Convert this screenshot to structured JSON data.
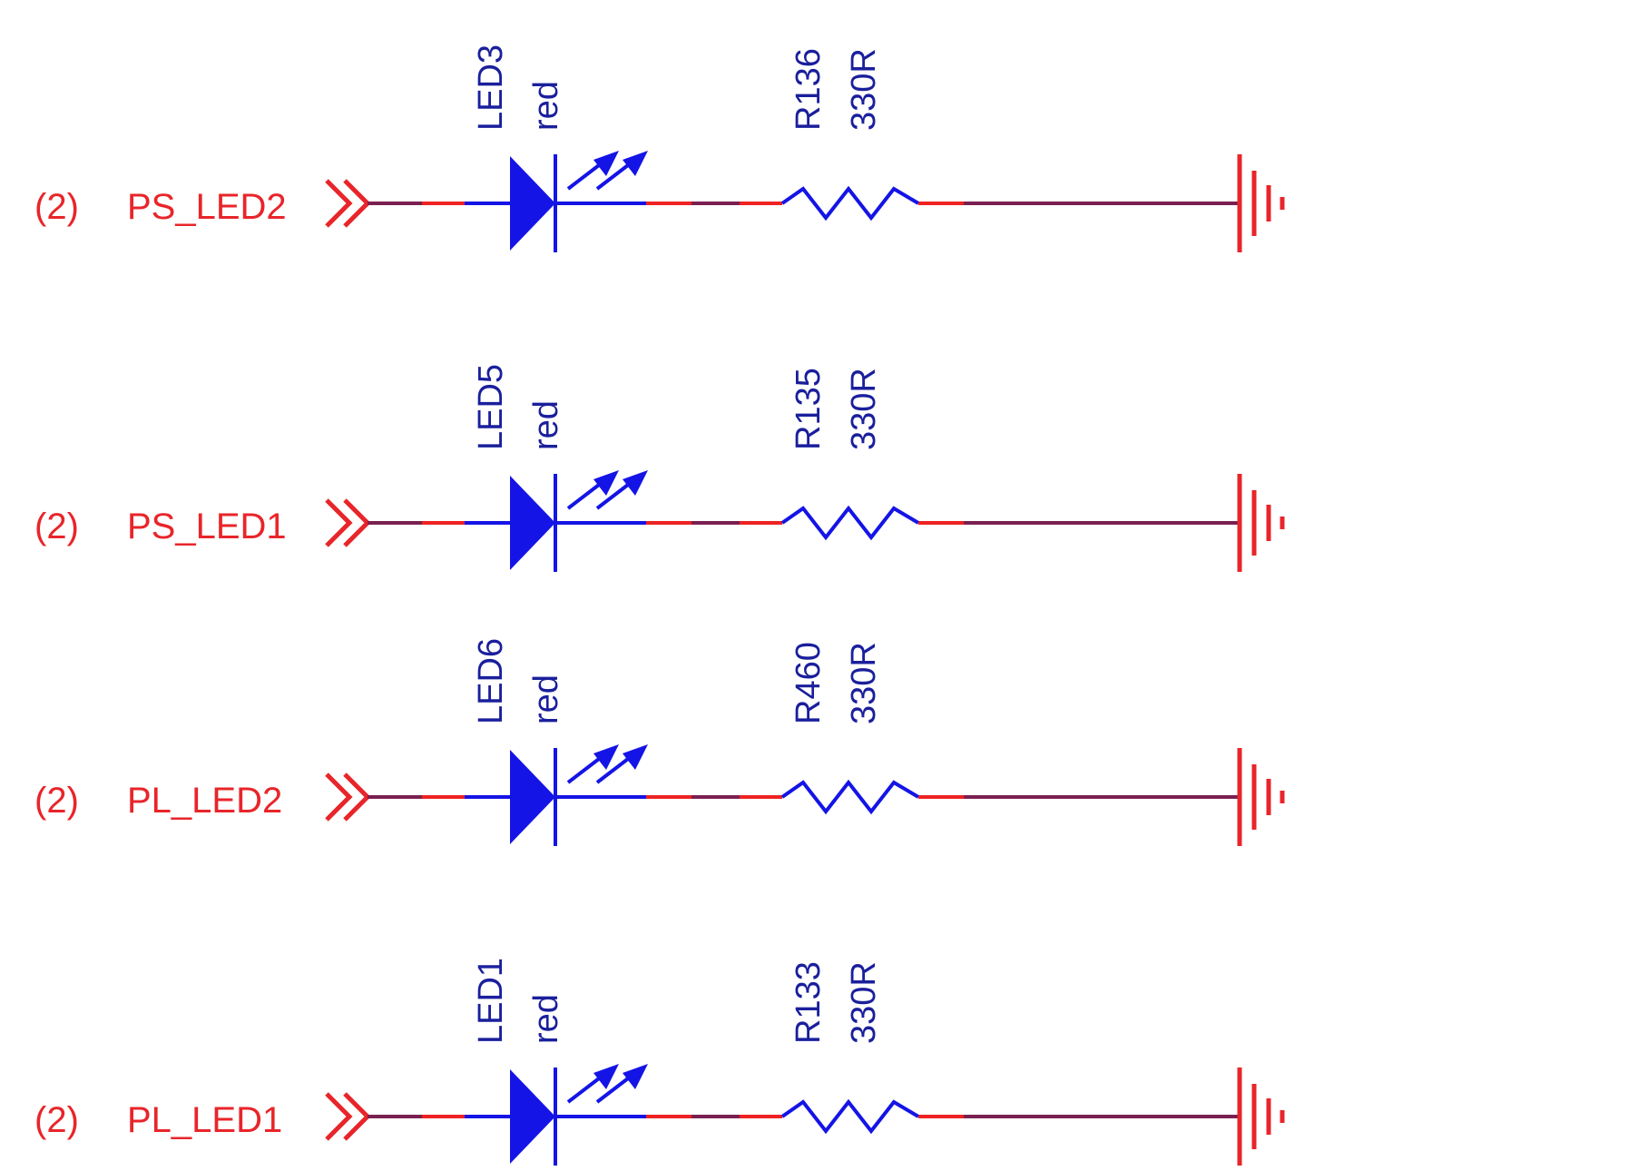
{
  "schematic": {
    "colors": {
      "net": "#e8252a",
      "wire_red": "#ee2222",
      "wire_dark": "#7a2050",
      "component": "#1414e6",
      "ref_text": "#1a1f9c",
      "ground": "#e8252a"
    },
    "rows": [
      {
        "sheet_ref": "(2)",
        "net": "PS_LED2",
        "led_ref": "LED3",
        "led_color": "red",
        "res_ref": "R136",
        "res_value": "330R",
        "port_icon": "off-page-connector-icon",
        "led_icon": "led-icon",
        "res_icon": "resistor-icon",
        "gnd_icon": "ground-icon"
      },
      {
        "sheet_ref": "(2)",
        "net": "PS_LED1",
        "led_ref": "LED5",
        "led_color": "red",
        "res_ref": "R135",
        "res_value": "330R",
        "port_icon": "off-page-connector-icon",
        "led_icon": "led-icon",
        "res_icon": "resistor-icon",
        "gnd_icon": "ground-icon"
      },
      {
        "sheet_ref": "(2)",
        "net": "PL_LED2",
        "led_ref": "LED6",
        "led_color": "red",
        "res_ref": "R460",
        "res_value": "330R",
        "port_icon": "off-page-connector-icon",
        "led_icon": "led-icon",
        "res_icon": "resistor-icon",
        "gnd_icon": "ground-icon"
      },
      {
        "sheet_ref": "(2)",
        "net": "PL_LED1",
        "led_ref": "LED1",
        "led_color": "red",
        "res_ref": "R133",
        "res_value": "330R",
        "port_icon": "off-page-connector-icon",
        "led_icon": "led-icon",
        "res_icon": "resistor-icon",
        "gnd_icon": "ground-icon"
      }
    ]
  }
}
